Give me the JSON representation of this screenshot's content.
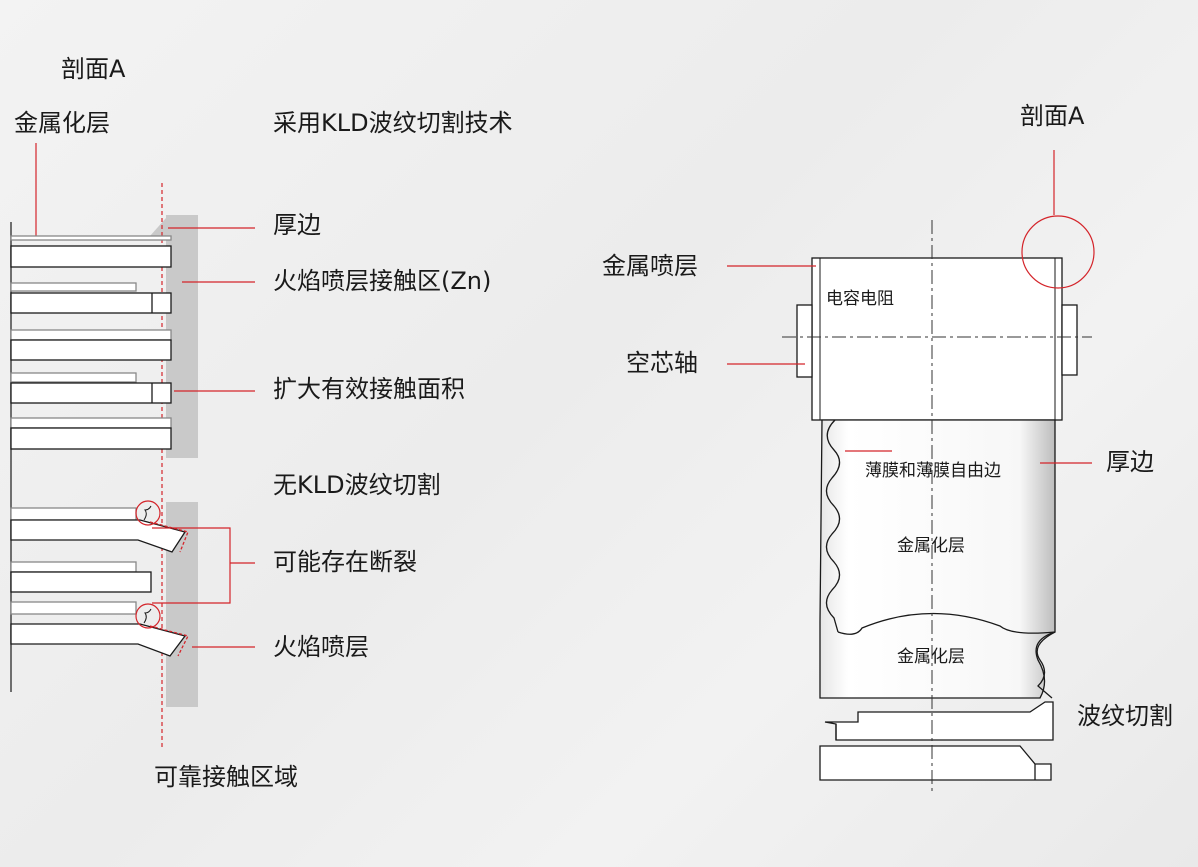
{
  "left": {
    "section_label": "剖面A",
    "metallized_layer": "金属化层",
    "kld_title": "采用KLD波纹切割技术",
    "thick_edge": "厚边",
    "spray_contact_zn": "火焰喷层接触区(Zn)",
    "enlarged_area": "扩大有效接触面积",
    "no_kld_title": "无KLD波纹切割",
    "possible_break": "可能存在断裂",
    "flame_spray": "火焰喷层",
    "reliable_zone": "可靠接触区域"
  },
  "right": {
    "section_label": "剖面A",
    "metal_spray": "金属喷层",
    "hollow_core": "空芯轴",
    "capacitor_resistor": "电容电阻",
    "film_free_edge": "薄膜和薄膜自由边",
    "metallized_layer_1": "金属化层",
    "metallized_layer_2": "金属化层",
    "thick_edge": "厚边",
    "wave_cut": "波纹切割"
  },
  "colors": {
    "accent_red": "#d4242a",
    "line": "#1a1a1a",
    "spray_gray": "#c9c9c9"
  }
}
